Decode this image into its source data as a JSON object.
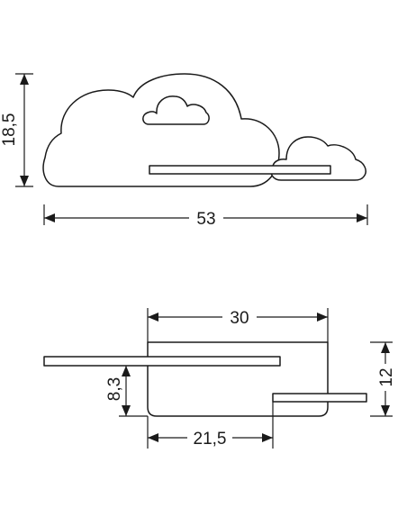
{
  "front_view": {
    "width_label": "53",
    "height_label": "18,5"
  },
  "side_view": {
    "width_label": "30",
    "height_label": "12",
    "shelf_height_label": "8,3",
    "depth_label": "21,5"
  },
  "colors": {
    "line": "#1a1a1a",
    "background": "#ffffff"
  }
}
